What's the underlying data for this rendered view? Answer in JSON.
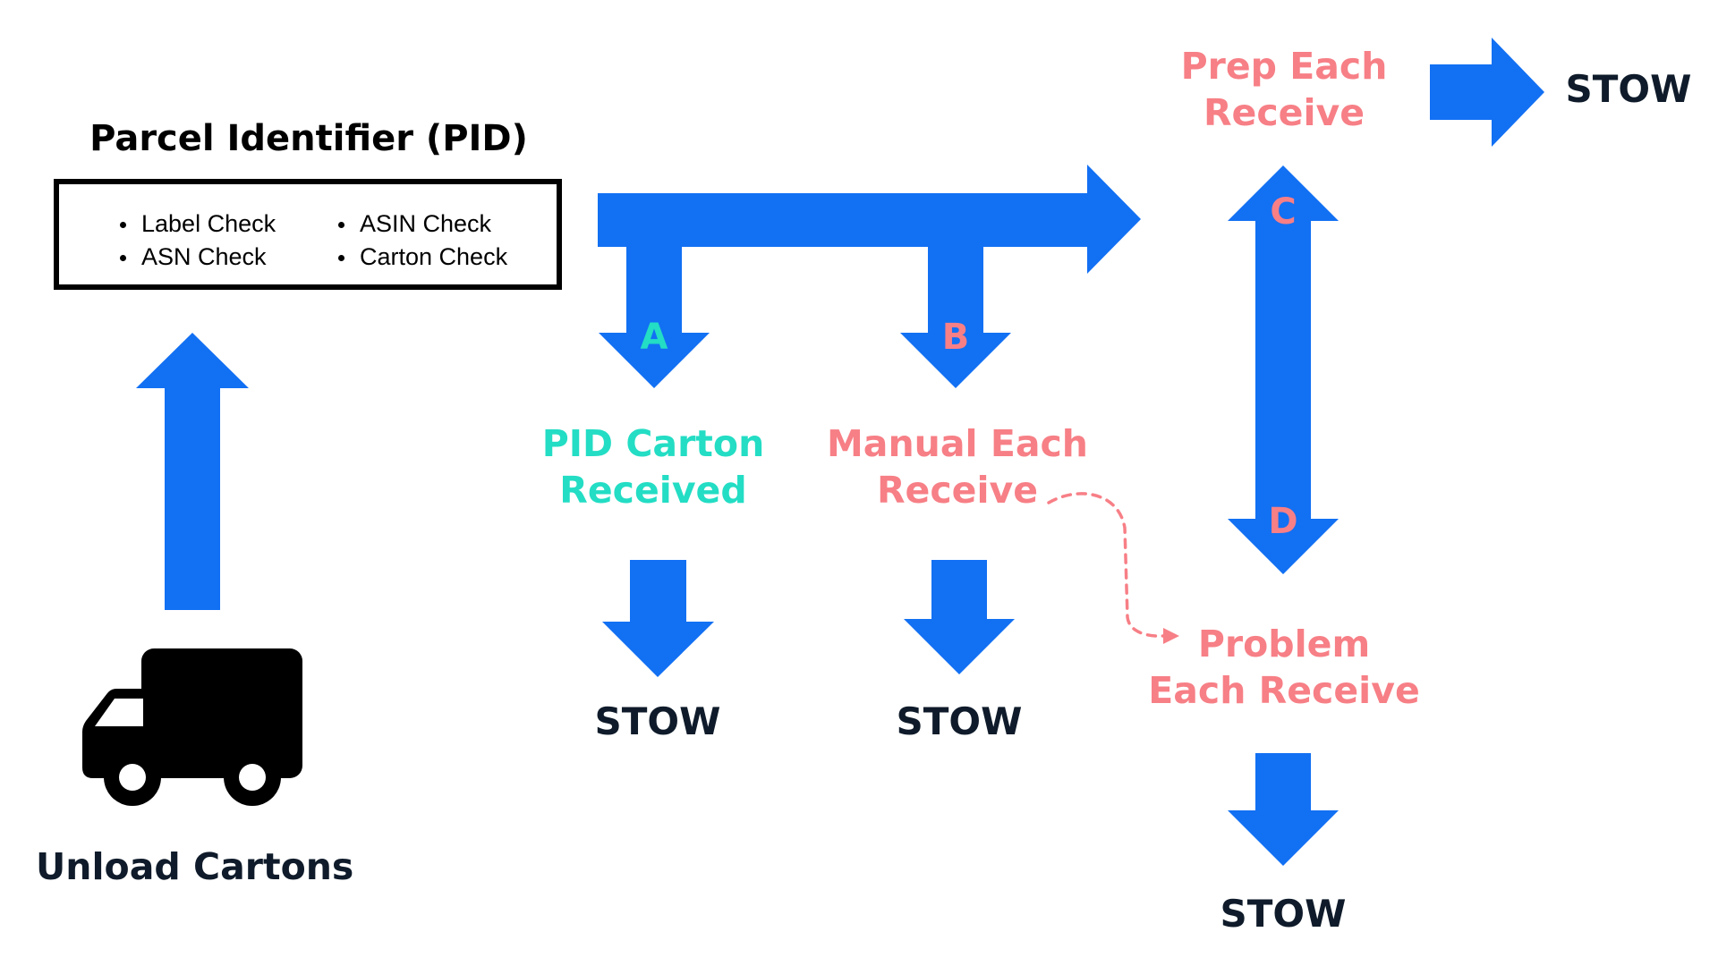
{
  "colors": {
    "arrow": "#1270f3",
    "teal": "#23ddc4",
    "pink": "#f77f86",
    "dark": "#0f1b2a"
  },
  "pid": {
    "title": "Parcel Identifier (PID)",
    "checks_left": [
      "Label Check",
      "ASN Check"
    ],
    "checks_right": [
      "ASIN Check",
      "Carton Check"
    ]
  },
  "truck": {
    "icon": "delivery-truck-icon",
    "label": "Unload Cartons"
  },
  "branches": {
    "a": {
      "letter": "A",
      "title_line1": "PID Carton",
      "title_line2": "Received",
      "stow": "STOW"
    },
    "b": {
      "letter": "B",
      "title_line1": "Manual Each",
      "title_line2": "Receive",
      "stow": "STOW"
    },
    "c": {
      "letter": "C",
      "title_line1": "Prep Each",
      "title_line2": "Receive",
      "stow": "STOW"
    },
    "d": {
      "letter": "D",
      "title_line1": "Problem",
      "title_line2": "Each Receive",
      "stow": "STOW"
    }
  }
}
